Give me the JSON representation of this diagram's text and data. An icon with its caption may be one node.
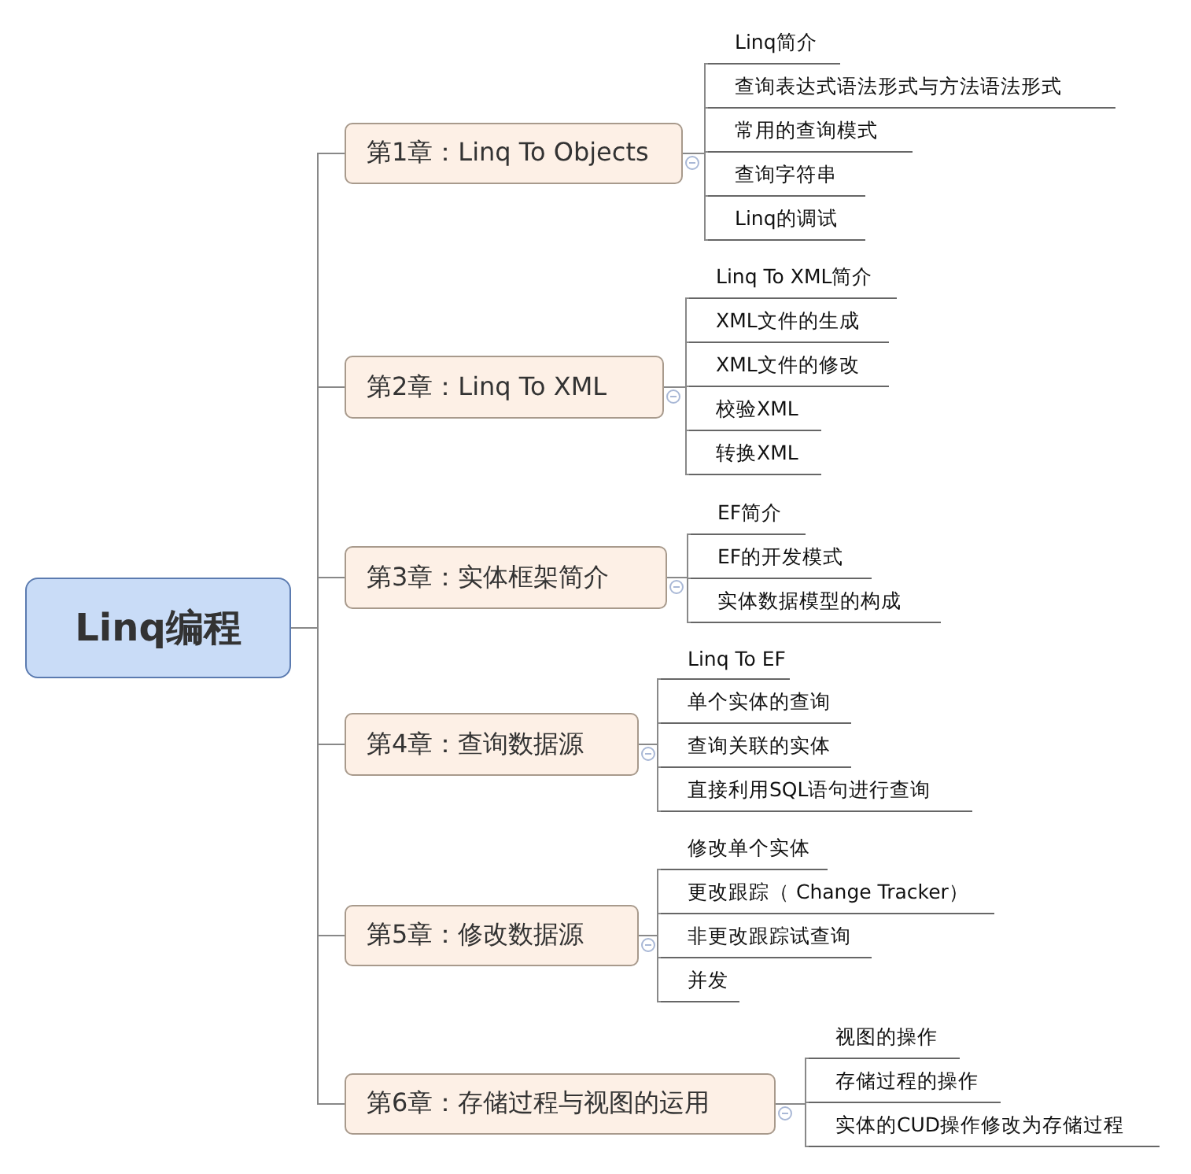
{
  "diagram": {
    "nodes": [
      {
        "text": [
          "Linq编程"
        ]
      },
      {
        "text": [
          "第1章：Linq To Objects"
        ]
      },
      {
        "text": [
          "Linq简介"
        ]
      },
      {
        "text": [
          "查询表达式语法形式与方法语法形式"
        ]
      },
      {
        "text": [
          "常用的查询模式"
        ]
      },
      {
        "text": [
          "查询字符串"
        ]
      },
      {
        "text": [
          "Linq的调试"
        ]
      },
      {
        "text": [
          "第2章：Linq To XML"
        ]
      },
      {
        "text": [
          "Linq To XML简介"
        ]
      },
      {
        "text": [
          "XML文件的生成"
        ]
      },
      {
        "text": [
          "XML文件的修改"
        ]
      },
      {
        "text": [
          "校验XML"
        ]
      },
      {
        "text": [
          "转换XML"
        ]
      },
      {
        "text": [
          "第3章：实体框架简介"
        ]
      },
      {
        "text": [
          "EF简介"
        ]
      },
      {
        "text": [
          "EF的开发模式"
        ]
      },
      {
        "text": [
          "实体数据模型的构成"
        ]
      },
      {
        "text": [
          "第4章：查询数据源"
        ]
      },
      {
        "text": [
          "Linq To EF"
        ]
      },
      {
        "text": [
          "单个实体的查询"
        ]
      },
      {
        "text": [
          "查询关联的实体"
        ]
      },
      {
        "text": [
          "直接利用SQL语句进行查询"
        ]
      },
      {
        "text": [
          "第5章：修改数据源"
        ]
      },
      {
        "text": [
          "修改单个实体"
        ]
      },
      {
        "text": [
          "更改跟踪（ Change Tracker）"
        ]
      },
      {
        "text": [
          "非更改跟踪试查询"
        ]
      },
      {
        "text": [
          "并发"
        ]
      },
      {
        "text": [
          "第6章：存储过程与视图的运用"
        ]
      },
      {
        "text": [
          "视图的操作"
        ]
      },
      {
        "text": [
          "存储过程的操作"
        ]
      },
      {
        "text": [
          "实体的CUD操作修改为存储过程"
        ]
      }
    ],
    "edges": [
      {
        "from": 0,
        "to": 1,
        "arrow": "none"
      },
      {
        "from": 0,
        "to": 7,
        "arrow": "none"
      },
      {
        "from": 0,
        "to": 13,
        "arrow": "none"
      },
      {
        "from": 0,
        "to": 17,
        "arrow": "none"
      },
      {
        "from": 0,
        "to": 22,
        "arrow": "none"
      },
      {
        "from": 0,
        "to": 27,
        "arrow": "none"
      },
      {
        "from": 1,
        "to": 2,
        "arrow": "none"
      },
      {
        "from": 1,
        "to": 3,
        "arrow": "none"
      },
      {
        "from": 1,
        "to": 4,
        "arrow": "none"
      },
      {
        "from": 1,
        "to": 5,
        "arrow": "none"
      },
      {
        "from": 1,
        "to": 6,
        "arrow": "none"
      },
      {
        "from": 7,
        "to": 8,
        "arrow": "none"
      },
      {
        "from": 7,
        "to": 9,
        "arrow": "none"
      },
      {
        "from": 7,
        "to": 10,
        "arrow": "none"
      },
      {
        "from": 7,
        "to": 11,
        "arrow": "none"
      },
      {
        "from": 7,
        "to": 12,
        "arrow": "none"
      },
      {
        "from": 13,
        "to": 14,
        "arrow": "none"
      },
      {
        "from": 13,
        "to": 15,
        "arrow": "none"
      },
      {
        "from": 13,
        "to": 16,
        "arrow": "none"
      },
      {
        "from": 17,
        "to": 18,
        "arrow": "none"
      },
      {
        "from": 17,
        "to": 19,
        "arrow": "none"
      },
      {
        "from": 17,
        "to": 20,
        "arrow": "none"
      },
      {
        "from": 17,
        "to": 21,
        "arrow": "none"
      },
      {
        "from": 22,
        "to": 23,
        "arrow": "none"
      },
      {
        "from": 22,
        "to": 24,
        "arrow": "none"
      },
      {
        "from": 22,
        "to": 25,
        "arrow": "none"
      },
      {
        "from": 22,
        "to": 26,
        "arrow": "none"
      },
      {
        "from": 27,
        "to": 28,
        "arrow": "none"
      },
      {
        "from": 27,
        "to": 29,
        "arrow": "none"
      },
      {
        "from": 27,
        "to": 30,
        "arrow": "none"
      }
    ]
  }
}
